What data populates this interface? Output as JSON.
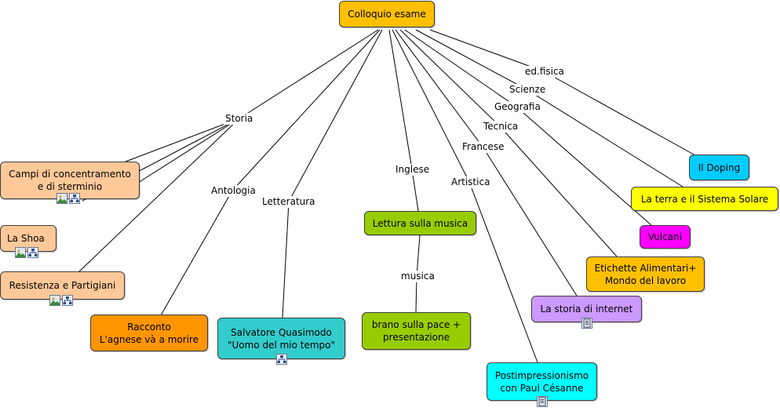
{
  "colors": {
    "root": "#ffc000",
    "storia": "#ffc899",
    "racconto": "#ff9500",
    "quasimodo": "#33cccc",
    "musica": "#99cc00",
    "storia_internet": "#cc99ff",
    "postimpressionismo": "#00ffff",
    "etichette": "#ffc000",
    "vulcani": "#ff00ff",
    "sistema_solare": "#ffff00",
    "doping": "#00ccff",
    "line": "#000000"
  },
  "root": {
    "label": "Colloquio esame"
  },
  "links": {
    "storia": "Storia",
    "antologia": "Antologia",
    "letteratura": "Letteratura",
    "inglese": "Inglese",
    "musica": "musica",
    "artistica": "Artistica",
    "francese": "Francese",
    "tecnica": "Tecnica",
    "geografia": "Geografia",
    "scienze": "Scienze",
    "ed_fisica": "ed.fisica"
  },
  "nodes": {
    "campi": {
      "line1": "Campi di concentramento",
      "line2": "e di sterminio",
      "icons": [
        "image-icon",
        "concept-map-icon"
      ]
    },
    "shoa": {
      "line1": "La Shoa",
      "icons": [
        "image-icon",
        "concept-map-icon"
      ]
    },
    "resistenza": {
      "line1": "Resistenza e Partigiani",
      "icons": [
        "image-icon",
        "concept-map-icon"
      ]
    },
    "racconto": {
      "line1": "Racconto",
      "line2": "L'agnese và a morire"
    },
    "quasimodo": {
      "line1": "Salvatore Quasimodo",
      "line2": "\"Uomo del mio tempo\"",
      "icons": [
        "concept-map-icon"
      ]
    },
    "lettura_musica": {
      "line1": "Lettura sulla musica"
    },
    "brano_pace": {
      "line1": "brano sulla pace +",
      "line2": "presentazione"
    },
    "postimpressionismo": {
      "line1": "Postimpressionismo",
      "line2": "con Paul Césanne",
      "icons": [
        "document-icon"
      ]
    },
    "storia_internet": {
      "line1": "La storia di internet",
      "icons": [
        "document-icon"
      ]
    },
    "etichette": {
      "line1": "Etichette Alimentari+",
      "line2": "Mondo del lavoro"
    },
    "vulcani": {
      "line1": "Vulcani"
    },
    "sistema_solare": {
      "line1": "La terra e il Sistema Solare"
    },
    "doping": {
      "line1": "Il Doping"
    }
  }
}
